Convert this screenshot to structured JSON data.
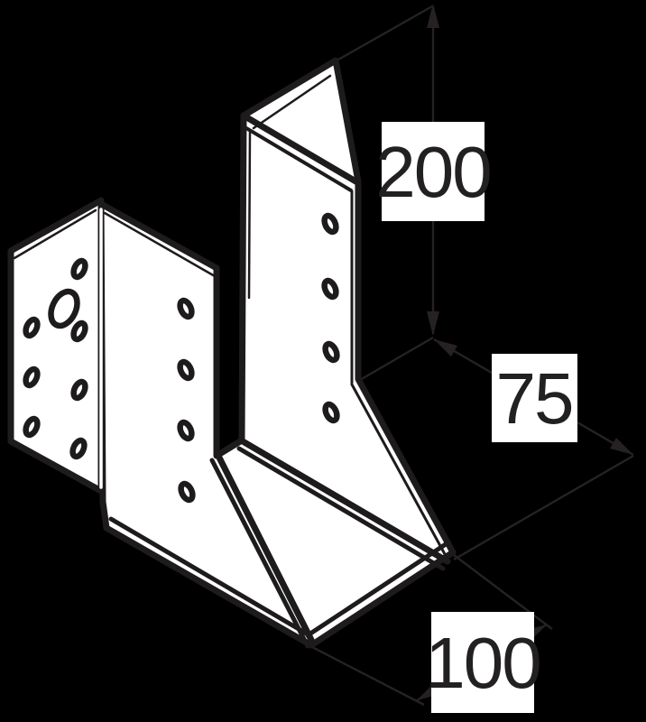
{
  "diagram": {
    "type": "isometric technical dimension drawing",
    "subject": "joist hanger bracket (U-shaped beam support with nailing flanges and hole pattern)",
    "dimensions": {
      "height": {
        "label": "200"
      },
      "width": {
        "label": "75"
      },
      "depth": {
        "label": "100"
      }
    },
    "colors": {
      "background": "#000000",
      "outline": "#1e1b1c",
      "fill": "#ffffff",
      "dimension_lines": "#262223",
      "label_background": "#ffffff",
      "label_text": "#232021"
    }
  }
}
